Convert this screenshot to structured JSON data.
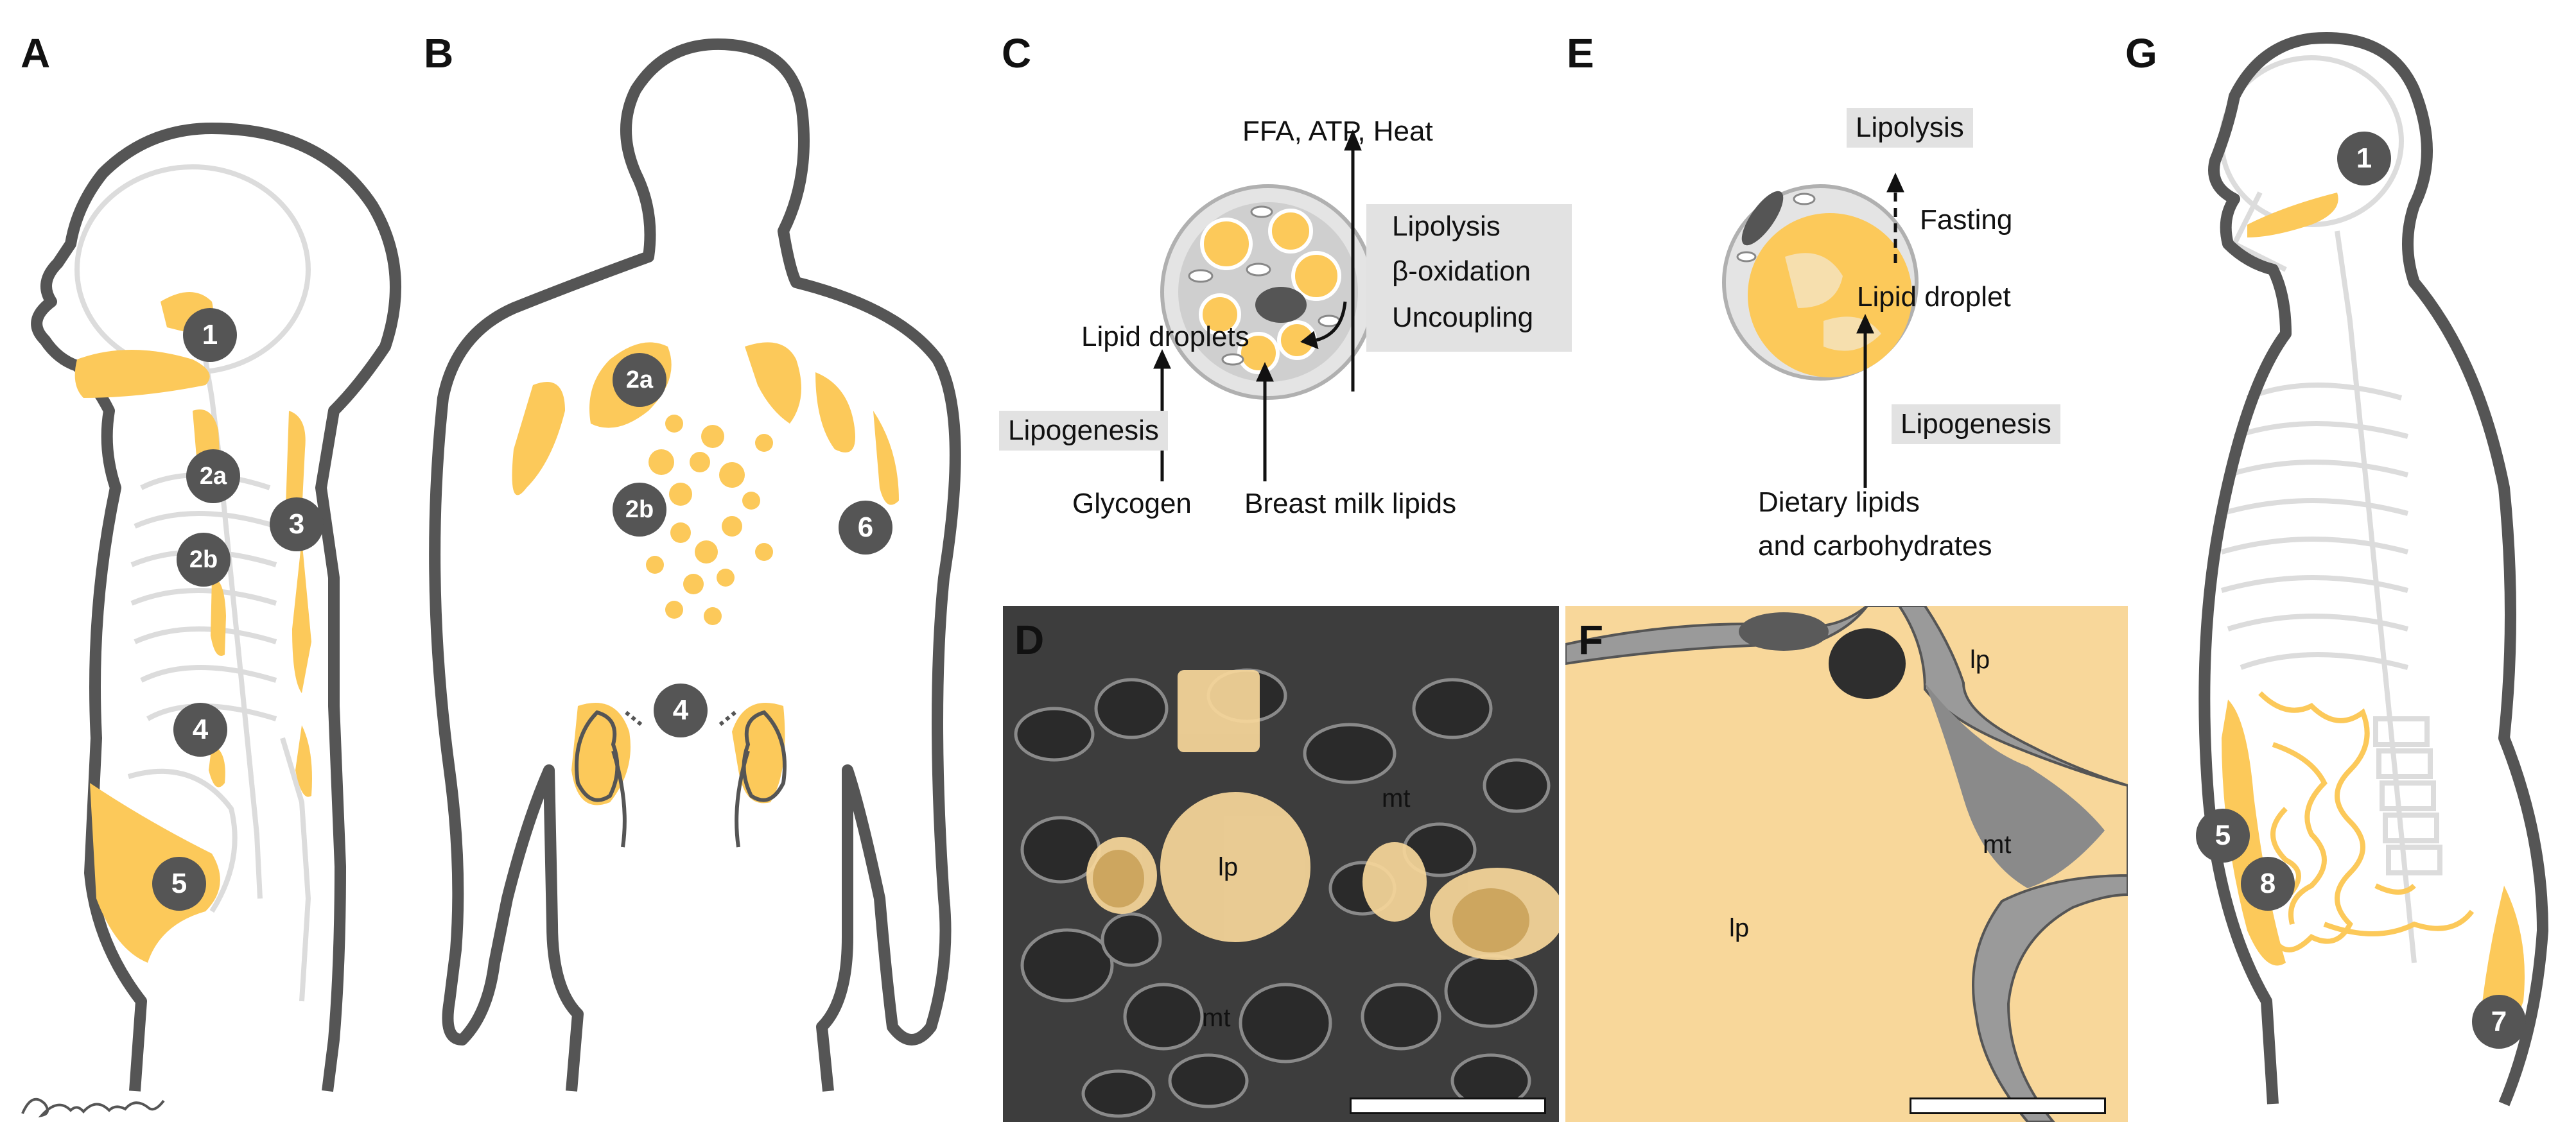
{
  "panels": {
    "A": "A",
    "B": "B",
    "C": "C",
    "D": "D",
    "E": "E",
    "F": "F",
    "G": "G"
  },
  "depot_markers": {
    "a1": "1",
    "a2a": "2a",
    "a2b": "2b",
    "a3": "3",
    "a4": "4",
    "a5": "5",
    "b2a": "2a",
    "b2b": "2b",
    "b4": "4",
    "b6": "6",
    "g1": "1",
    "g5": "5",
    "g8": "8",
    "g7": "7"
  },
  "brown_adipocyte": {
    "top_output": "FFA, ATP, Heat",
    "process_box": [
      "Lipolysis",
      "β-oxidation",
      "Uncoupling"
    ],
    "lipid_droplets": "Lipid droplets",
    "lipogenesis": "Lipogenesis",
    "source_1": "Glycogen",
    "source_2": "Breast milk lipids"
  },
  "white_adipocyte": {
    "lipolysis": "Lipolysis",
    "fasting": "Fasting",
    "lipid_droplet": "Lipid droplet",
    "lipogenesis": "Lipogenesis",
    "source_line1": "Dietary lipids",
    "source_line2": "and carbohydrates"
  },
  "em_labels": {
    "d_mt_top": "mt",
    "d_lp": "lp",
    "d_mt_bottom": "mt",
    "f_lp_top": "lp",
    "f_mt": "mt",
    "f_lp_bottom": "lp"
  },
  "colors": {
    "fat": "#fcc95a",
    "outline": "#555555",
    "skeleton": "#d9d9d9",
    "badge": "#555555",
    "label_box": "#e2e2e2"
  }
}
